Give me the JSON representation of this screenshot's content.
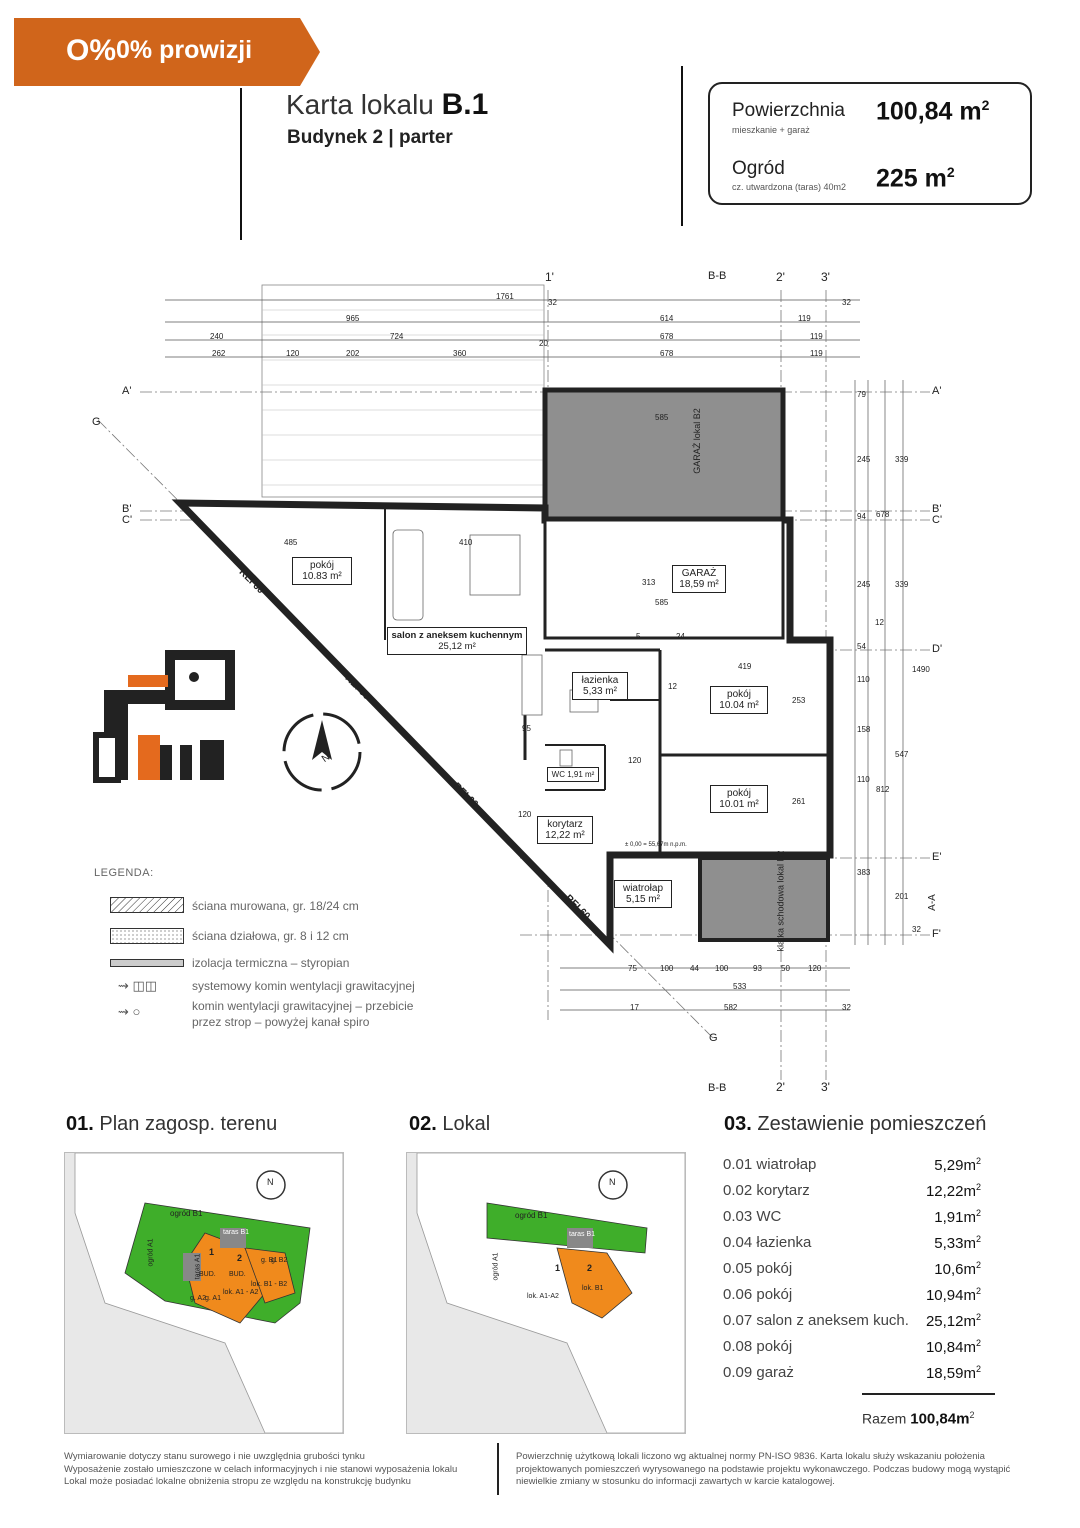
{
  "promo": {
    "logo": "O%",
    "text": "0% prowizji",
    "color": "#d0651b"
  },
  "header": {
    "title_prefix": "Karta lokalu ",
    "title_unit": "B.1",
    "subtitle": "Budynek 2 | parter"
  },
  "area_box": {
    "surface_label": "Powierzchnia",
    "surface_sub": "mieszkanie + garaż",
    "surface_value": "100,84 m",
    "garden_label": "Ogród",
    "garden_sub": "cz. utwardzona (taras) 40m2",
    "garden_value": "225 m",
    "unit_sup": "2"
  },
  "plan": {
    "rooms": [
      {
        "name": "pokój",
        "area": "10.83 m²"
      },
      {
        "name": "salon z aneksem kuchennym",
        "area": "25,12 m²"
      },
      {
        "name": "GARAŻ",
        "area": "18,59 m²"
      },
      {
        "name": "łazienka",
        "area": "5,33 m²"
      },
      {
        "name": "pokój",
        "area": "10.04 m²"
      },
      {
        "name": "WC 1,91 m²"
      },
      {
        "name": "pokój",
        "area": "10.01 m²"
      },
      {
        "name": "korytarz",
        "area": "12,22 m²"
      },
      {
        "name": "wiatrołap",
        "area": "5,15 m²"
      }
    ],
    "garage_top": "GARAŻ lokal B2",
    "stairs": "klatka schodowa lokal B2",
    "rei": "REI 60",
    "axes_top": [
      "1'",
      "2'",
      "3'"
    ],
    "axes_left": [
      "A'",
      "B'",
      "C'",
      "D'",
      "E'",
      "F'"
    ],
    "section_marks": [
      "B-B",
      "A-A",
      "G"
    ],
    "dims_top_1": [
      "1761",
      "32",
      "614",
      "119",
      "32"
    ],
    "dims_top_2": [
      "965",
      "724",
      "678",
      "119"
    ],
    "dims_top_3": [
      "240",
      "20",
      "678",
      "119"
    ],
    "dims_top_4": [
      "262",
      "120",
      "202",
      "360",
      "20",
      "678",
      "119"
    ],
    "dims_right_1": [
      "79",
      "245",
      "94",
      "245",
      "12",
      "54",
      "110",
      "158",
      "110",
      "383",
      "201",
      "32"
    ],
    "dims_right_2": [
      "339",
      "678",
      "339",
      "547",
      "812"
    ],
    "dims_right_3": [
      "1490"
    ],
    "dims_bottom_1": [
      "75",
      "100",
      "44",
      "100",
      "93",
      "50",
      "120"
    ],
    "dims_bottom_2": [
      "533"
    ],
    "dims_bottom_3": [
      "17",
      "582",
      "32"
    ],
    "level_note": "± 0,00 = 55,67m n.p.m.",
    "misc_dims": [
      "485",
      "410",
      "585",
      "313",
      "585",
      "419",
      "253",
      "261",
      "120",
      "95",
      "120",
      "12",
      "24",
      "5"
    ]
  },
  "legend": {
    "title": "LEGENDA:",
    "items": [
      "ściana murowana, gr. 18/24 cm",
      "ściana działowa, gr. 8 i 12 cm",
      "izolacja termiczna – styropian",
      "systemowy komin wentylacji grawitacyjnej",
      "komin wentylacji grawitacyjnej – przebicie",
      "przez strop – powyżej kanał spiro"
    ]
  },
  "sections": [
    {
      "num": "01.",
      "title": " Plan zagosp. terenu"
    },
    {
      "num": "02.",
      "title": " Lokal"
    },
    {
      "num": "03.",
      "title": " Zestawienie pomieszczeń"
    }
  ],
  "site_plan": {
    "ogrod_b1": "ogród B1",
    "ogrod_a1": "ogród A1",
    "taras_b1": "taras B1",
    "taras_a1": "taras A1",
    "lok_a1a2": "lok. A1 - A2",
    "lok_b1b2": "lok. B1 - B2",
    "lok_a1a2_short": "lok. A1-A2",
    "lok_b1": "lok. B1",
    "bud": "BUD.",
    "g_a2": "g. A2",
    "g_a1": "g. A1",
    "g_b1": "g. B1",
    "g_b2": "g. B2",
    "num1": "1",
    "num2": "2",
    "north": "N",
    "green": "#3fae2a",
    "orange": "#f08a1c"
  },
  "room_list": [
    {
      "name": "0.01 wiatrołap",
      "area": "5,29m",
      "sup": "2"
    },
    {
      "name": "0.02 korytarz",
      "area": "12,22m",
      "sup": "2"
    },
    {
      "name": "0.03 WC",
      "area": "1,91m",
      "sup": "2"
    },
    {
      "name": "0.04 łazienka",
      "area": "5,33m",
      "sup": "2"
    },
    {
      "name": "0.05 pokój",
      "area": "10,6m",
      "sup": "2"
    },
    {
      "name": "0.06 pokój",
      "area": "10,94m",
      "sup": "2"
    },
    {
      "name": "0.07 salon z aneksem kuch.",
      "area": "25,12m",
      "sup": "2"
    },
    {
      "name": "0.08 pokój",
      "area": "10,84m",
      "sup": "2"
    },
    {
      "name": "0.09 garaż",
      "area": "18,59m",
      "sup": "2"
    }
  ],
  "total": {
    "label": "Razem ",
    "value": "100,84m",
    "sup": "2"
  },
  "footer": {
    "left": [
      "Wymiarowanie dotyczy stanu surowego i nie uwzględnia grubości tynku",
      "Wyposażenie zostało umieszczone w celach informacyjnych i nie stanowi wyposażenia lokalu",
      "Lokal może posiadać lokalne obniżenia stropu ze względu na konstrukcję budynku"
    ],
    "right": [
      "Powierzchnię użytkową lokali liczono wg aktualnej normy PN-ISO 9836. Karta lokalu służy wskazaniu położenia",
      "projektowanych pomieszczeń wyrysowanego na podstawie projektu wykonawczego. Podczas budowy mogą wystąpić",
      "niewielkie zmiany w stosunku do informacji zawartych w karcie katalogowej."
    ]
  }
}
